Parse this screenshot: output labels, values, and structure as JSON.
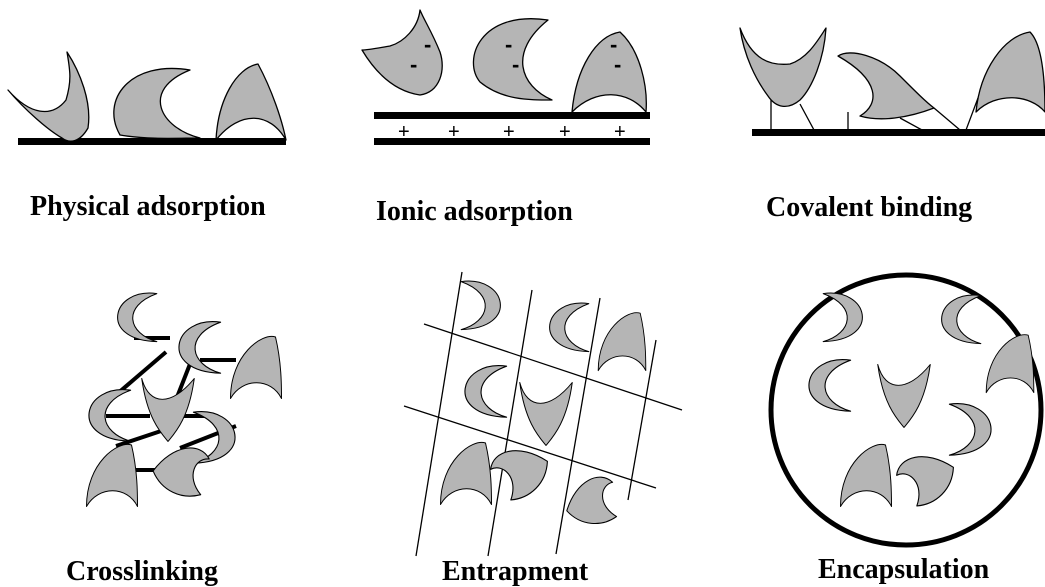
{
  "panels": {
    "physical": {
      "label": "Physical adsorption"
    },
    "ionic": {
      "label": "Ionic adsorption",
      "charge_minus": "-",
      "charge_plus": "+"
    },
    "covalent": {
      "label": "Covalent binding"
    },
    "crosslinking": {
      "label": "Crosslinking"
    },
    "entrapment": {
      "label": "Entrapment"
    },
    "encapsulation": {
      "label": "Encapsulation"
    }
  },
  "colors": {
    "enzyme_fill": "#b5b5b5",
    "line": "#000000",
    "background": "#ffffff"
  }
}
